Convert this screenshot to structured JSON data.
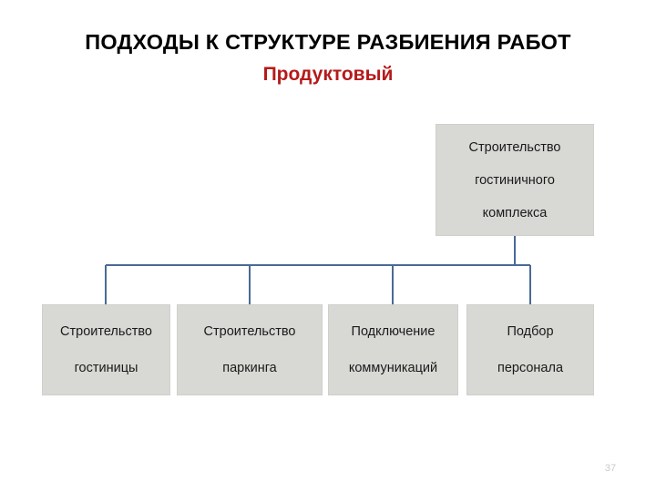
{
  "slide": {
    "title": "ПОДХОДЫ К СТРУКТУРЕ РАЗБИЕНИЯ РАБОТ",
    "subtitle": "Продуктовый",
    "page_number": "37",
    "colors": {
      "title": "#000000",
      "subtitle": "#B51A1A",
      "node_fill": "#D8D8D5",
      "node_border": "#3A5585",
      "connector": "#4A6A96",
      "page_number": "#C9C9C9"
    }
  },
  "chart_data": {
    "type": "diagram",
    "title": "ПОДХОДЫ К СТРУКТУРЕ РАЗБИЕНИЯ РАБОТ",
    "subtitle": "Продуктовый",
    "orientation": "top-down-tree",
    "root": {
      "id": "root",
      "lines": [
        "Строительство",
        "гостиничного",
        "комплекса"
      ],
      "text": "Строительство гостиничного комплекса"
    },
    "children": [
      {
        "id": "child-0",
        "lines": [
          "Строительство",
          "гостиницы"
        ],
        "text": "Строительство гостиницы"
      },
      {
        "id": "child-1",
        "lines": [
          "Строительство",
          "паркинга"
        ],
        "text": "Строительство паркинга"
      },
      {
        "id": "child-2",
        "lines": [
          "Подключение",
          "коммуникаций"
        ],
        "text": "Подключение коммуникаций"
      },
      {
        "id": "child-3",
        "lines": [
          "Подбор",
          "персонала"
        ],
        "text": "Подбор персонала"
      }
    ],
    "edges": [
      {
        "from": "root",
        "to": "child-0"
      },
      {
        "from": "root",
        "to": "child-1"
      },
      {
        "from": "root",
        "to": "child-2"
      },
      {
        "from": "root",
        "to": "child-3"
      }
    ]
  }
}
